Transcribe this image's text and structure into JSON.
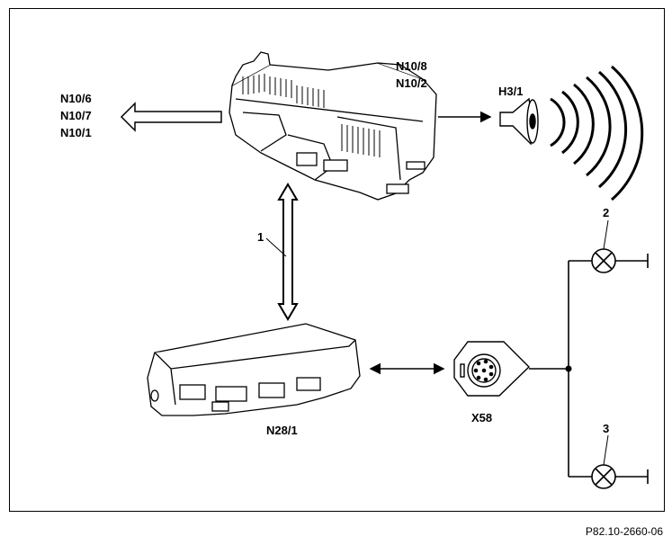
{
  "labels": {
    "n10_6": "N10/6",
    "n10_7": "N10/7",
    "n10_1": "N10/1",
    "n10_8": "N10/8",
    "n10_2": "N10/2",
    "h3_1": "H3/1",
    "n28_1": "N28/1",
    "x58": "X58",
    "callout_1": "1",
    "callout_2": "2",
    "callout_3": "3"
  },
  "reference": "P82.10-2660-06",
  "colors": {
    "line": "#000000",
    "background": "#ffffff"
  }
}
